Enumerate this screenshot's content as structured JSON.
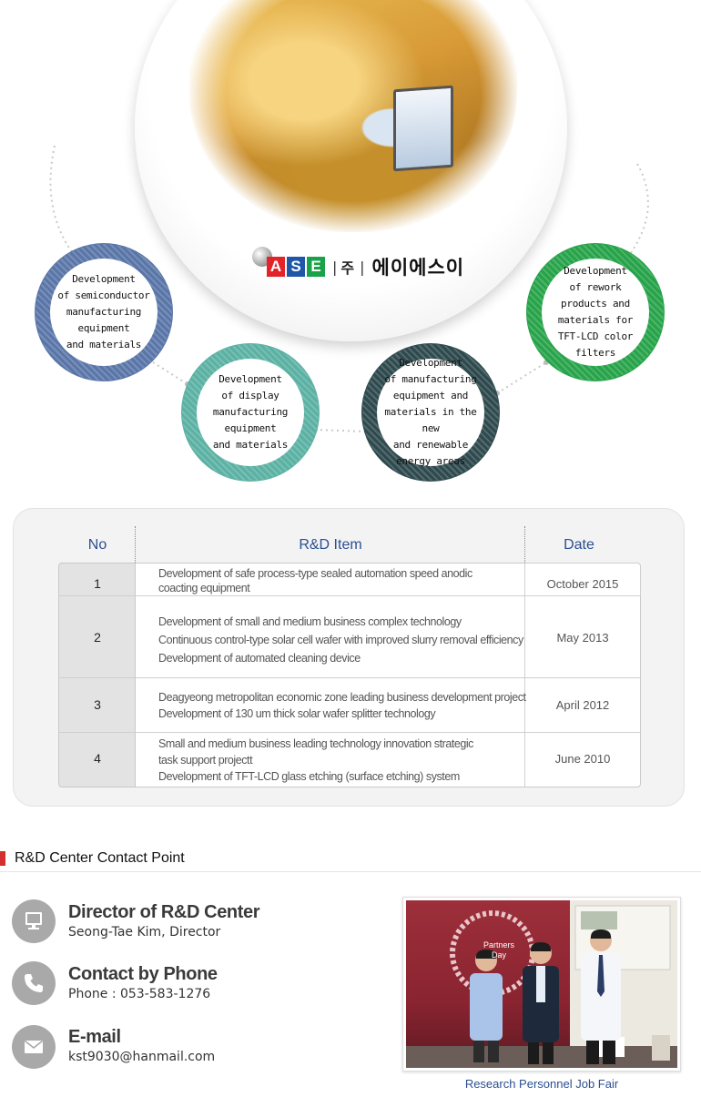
{
  "hero": {
    "logo": {
      "letters": [
        {
          "char": "A",
          "color": "#e2232a"
        },
        {
          "char": "S",
          "color": "#1f56a8"
        },
        {
          "char": "E",
          "color": "#1aa24b"
        }
      ],
      "separator": "|",
      "corp_mark": "주",
      "korean_name": "에이에스이"
    },
    "rings": [
      {
        "text": "Development\nof semiconductor\nmanufacturing\nequipment\nand materials",
        "color": "#5a76a8"
      },
      {
        "text": "Development\nof display\nmanufacturing\nequipment\nand materials",
        "color": "#5bb1a3"
      },
      {
        "text": "Development\nof manufacturing\nequipment and\nmaterials in the new\nand renewable\nenergy areas",
        "color": "#2f4a4e"
      },
      {
        "text": "Development\nof rework\nproducts and\nmaterials for\nTFT-LCD color\nfilters",
        "color": "#27a34a"
      }
    ]
  },
  "table": {
    "headers": {
      "no": "No",
      "item": "R&D  Item",
      "date": "Date"
    },
    "rows": [
      {
        "no": "1",
        "items": [
          "Development of safe process-type sealed automation speed anodic",
          "coacting equipment"
        ],
        "date": "October 2015"
      },
      {
        "no": "2",
        "items": [
          "Development of small and medium business complex technology",
          "Continuous control-type solar cell wafer with improved slurry removal efficiency",
          "Development of automated cleaning device"
        ],
        "date": "May 2013"
      },
      {
        "no": "3",
        "items": [
          "Deagyeong metropolitan economic zone leading business development project",
          "Development of 130 um thick solar wafer splitter technology"
        ],
        "date": "April 2012"
      },
      {
        "no": "4",
        "items": [
          "Small and medium business leading technology innovation strategic",
          "task support projectt",
          "Development of TFT-LCD glass etching (surface etching) system"
        ],
        "date": "June 2010"
      }
    ]
  },
  "contact": {
    "section_title": "R&D Center Contact Point",
    "accent": "#d32f2f",
    "entries": [
      {
        "title": "Director of R&D Center",
        "detail": "Seong-Tae Kim, Director",
        "icon": "monitor-icon"
      },
      {
        "title": "Contact by Phone",
        "detail": "Phone : 053-583-1276",
        "icon": "phone-icon"
      },
      {
        "title": "E-mail",
        "detail": "kst9030@hanmail.com",
        "icon": "envelope-icon"
      }
    ],
    "photo": {
      "banner_text": "Partners\nDay",
      "caption": "Research Personnel Job Fair"
    }
  }
}
